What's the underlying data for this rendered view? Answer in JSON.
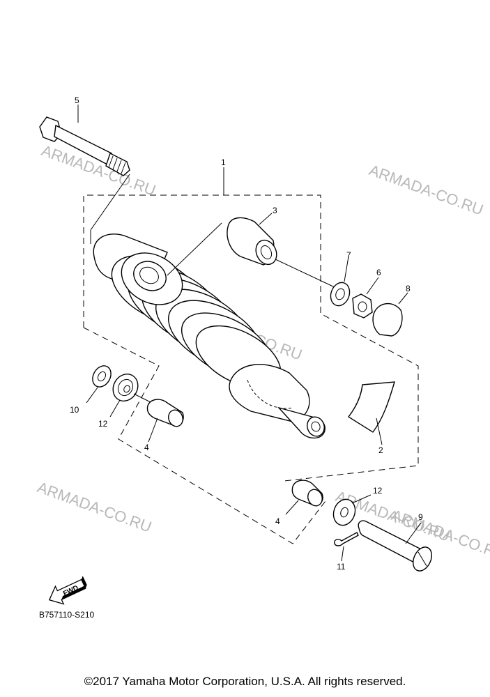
{
  "watermarks": [
    "ARMADA-CO.RU",
    "ARMADA-CO.RU",
    "ARMADA-CO.RU",
    "ARMADA-CO.RU",
    "ARMADA-CO.RU",
    "ARMADA-CO.RU"
  ],
  "parts": {
    "p1": "1",
    "p2": "2",
    "p3": "3",
    "p4a": "4",
    "p4b": "4",
    "p5": "5",
    "p6": "6",
    "p7": "7",
    "p8": "8",
    "p9": "9",
    "p10": "10",
    "p11": "11",
    "p12a": "12",
    "p12b": "12"
  },
  "fwd_label": "FWD",
  "diagram_code": "B757110-S210",
  "copyright": "©2017 Yamaha Motor Corporation, U.S.A. All rights reserved."
}
